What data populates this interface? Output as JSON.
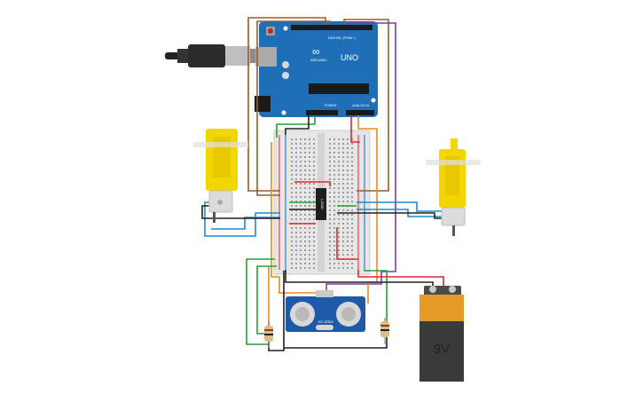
{
  "arduino": {
    "brand": "ARDUINO",
    "model": "UNO",
    "digital_label": "DIGITAL (PWM~)",
    "power_label": "POWER",
    "analog_label": "ANALOG IN"
  },
  "ic": {
    "label": "L293D"
  },
  "sensor": {
    "label": "HC-SR04"
  },
  "battery": {
    "label": "9V"
  },
  "colors": {
    "board": "#1f6fb6",
    "motor": "#f2d600",
    "battery_top": "#e59a2a",
    "battery_body": "#3a3a3a",
    "breadboard": "#e8e8e8",
    "wire_red": "#e3262b",
    "wire_black": "#202020",
    "wire_orange": "#e88a1a",
    "wire_brown": "#9a5b2b",
    "wire_purple": "#7b3fa8",
    "wire_green": "#27a03a",
    "wire_blue": "#1f8ad0"
  }
}
